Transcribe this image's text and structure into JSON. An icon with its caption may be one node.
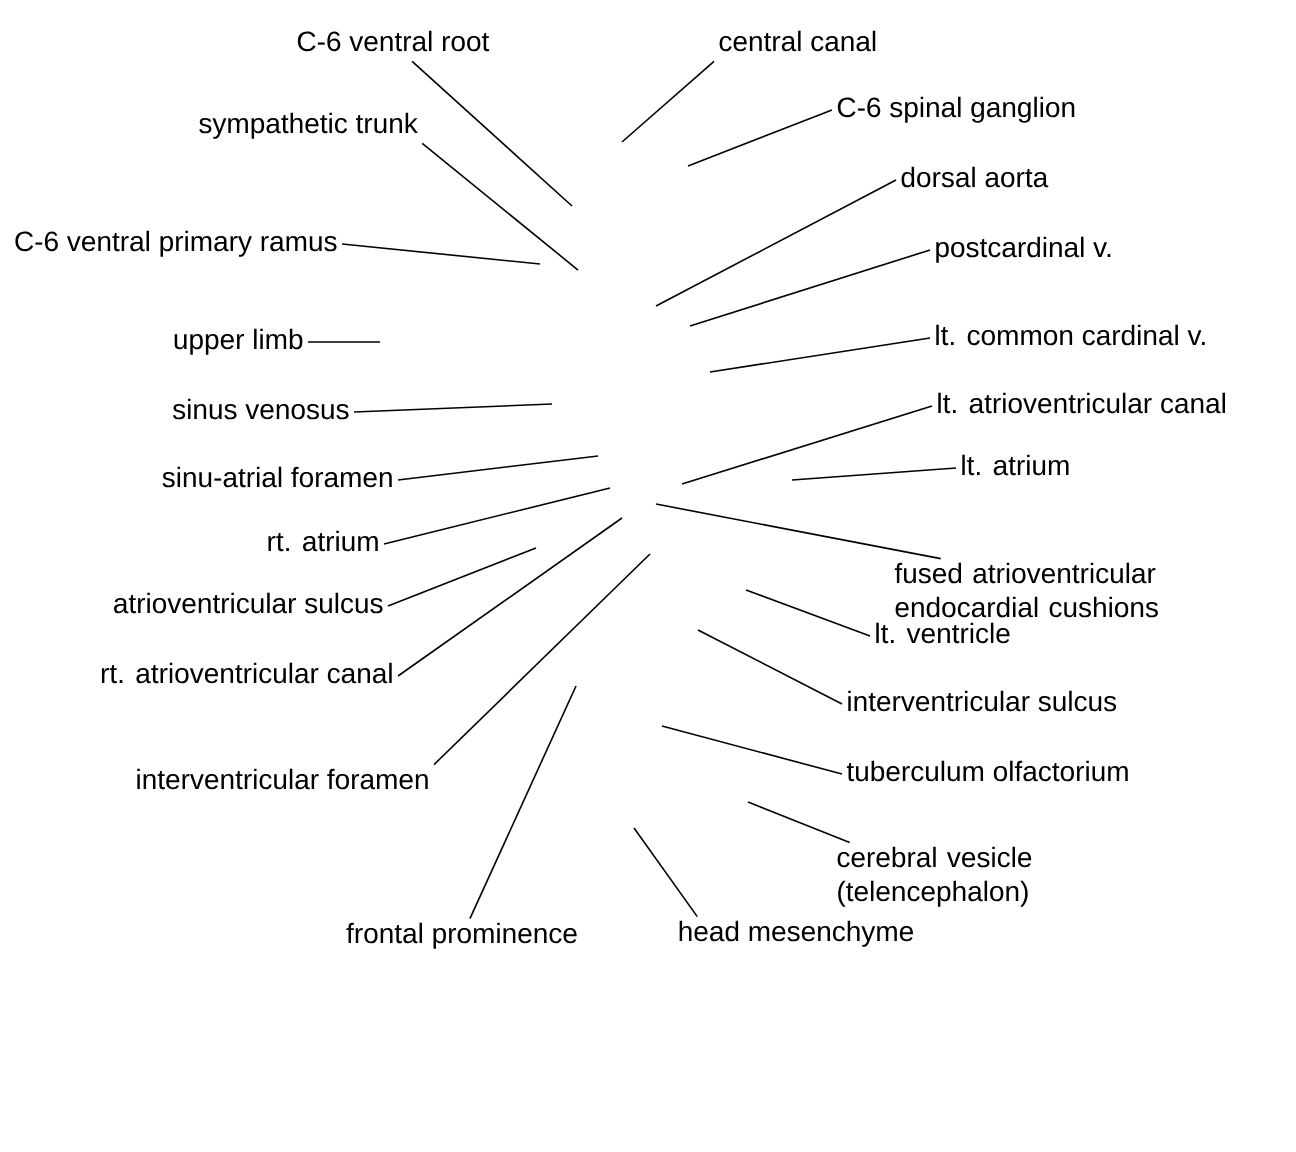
{
  "diagram": {
    "nodes": [
      {
        "text": [
          "C-6 ventral root"
        ]
      },
      {
        "text": [
          "central canal"
        ]
      },
      {
        "text": [
          "sympathetic trunk"
        ]
      },
      {
        "text": [
          "C-6 spinal ganglion"
        ]
      },
      {
        "text": [
          "C-6 ventral primary ramus"
        ]
      },
      {
        "text": [
          "dorsal aorta"
        ]
      },
      {
        "text": [
          "postcardinal v."
        ]
      },
      {
        "text": [
          "upper limb"
        ]
      },
      {
        "text": [
          "lt. common cardinal v."
        ]
      },
      {
        "text": [
          "sinus venosus"
        ]
      },
      {
        "text": [
          "lt. atrioventricular canal"
        ]
      },
      {
        "text": [
          "sinu-atrial foramen"
        ]
      },
      {
        "text": [
          "lt. atrium"
        ]
      },
      {
        "text": [
          "rt. atrium"
        ]
      },
      {
        "text": [
          "fused atrioventricular endocardial cushions"
        ]
      },
      {
        "text": [
          "atrioventricular sulcus"
        ]
      },
      {
        "text": [
          "rt. atrioventricular canal"
        ]
      },
      {
        "text": [
          "lt. ventricle"
        ]
      },
      {
        "text": [
          "interventricular sulcus"
        ]
      },
      {
        "text": [
          "interventricular foramen"
        ]
      },
      {
        "text": [
          "tuberculum olfactorium"
        ]
      },
      {
        "text": [
          "cerebral vesicle (telencephalon)"
        ]
      },
      {
        "text": [
          "frontal prominence"
        ]
      },
      {
        "text": [
          "head mesenchyme"
        ]
      }
    ],
    "edges": [
      {
        "from": 0,
        "to": null,
        "arrow": "none"
      },
      {
        "from": 1,
        "to": null,
        "arrow": "none"
      },
      {
        "from": 2,
        "to": null,
        "arrow": "none"
      },
      {
        "from": 3,
        "to": null,
        "arrow": "none"
      },
      {
        "from": 4,
        "to": null,
        "arrow": "none"
      },
      {
        "from": 5,
        "to": null,
        "arrow": "none"
      },
      {
        "from": 6,
        "to": null,
        "arrow": "none"
      },
      {
        "from": 7,
        "to": null,
        "arrow": "none"
      },
      {
        "from": 8,
        "to": null,
        "arrow": "none"
      },
      {
        "from": 9,
        "to": null,
        "arrow": "none"
      },
      {
        "from": 10,
        "to": null,
        "arrow": "none"
      },
      {
        "from": 11,
        "to": null,
        "arrow": "none"
      },
      {
        "from": 12,
        "to": null,
        "arrow": "none"
      },
      {
        "from": 13,
        "to": null,
        "arrow": "none"
      },
      {
        "from": 14,
        "to": null,
        "arrow": "none"
      },
      {
        "from": 15,
        "to": null,
        "arrow": "none"
      },
      {
        "from": 16,
        "to": null,
        "arrow": "none"
      },
      {
        "from": 17,
        "to": null,
        "arrow": "none"
      },
      {
        "from": 18,
        "to": null,
        "arrow": "none"
      },
      {
        "from": 19,
        "to": null,
        "arrow": "none"
      },
      {
        "from": 20,
        "to": null,
        "arrow": "none"
      },
      {
        "from": 21,
        "to": null,
        "arrow": "none"
      },
      {
        "from": 22,
        "to": null,
        "arrow": "none"
      },
      {
        "from": 23,
        "to": null,
        "arrow": "none"
      }
    ]
  }
}
